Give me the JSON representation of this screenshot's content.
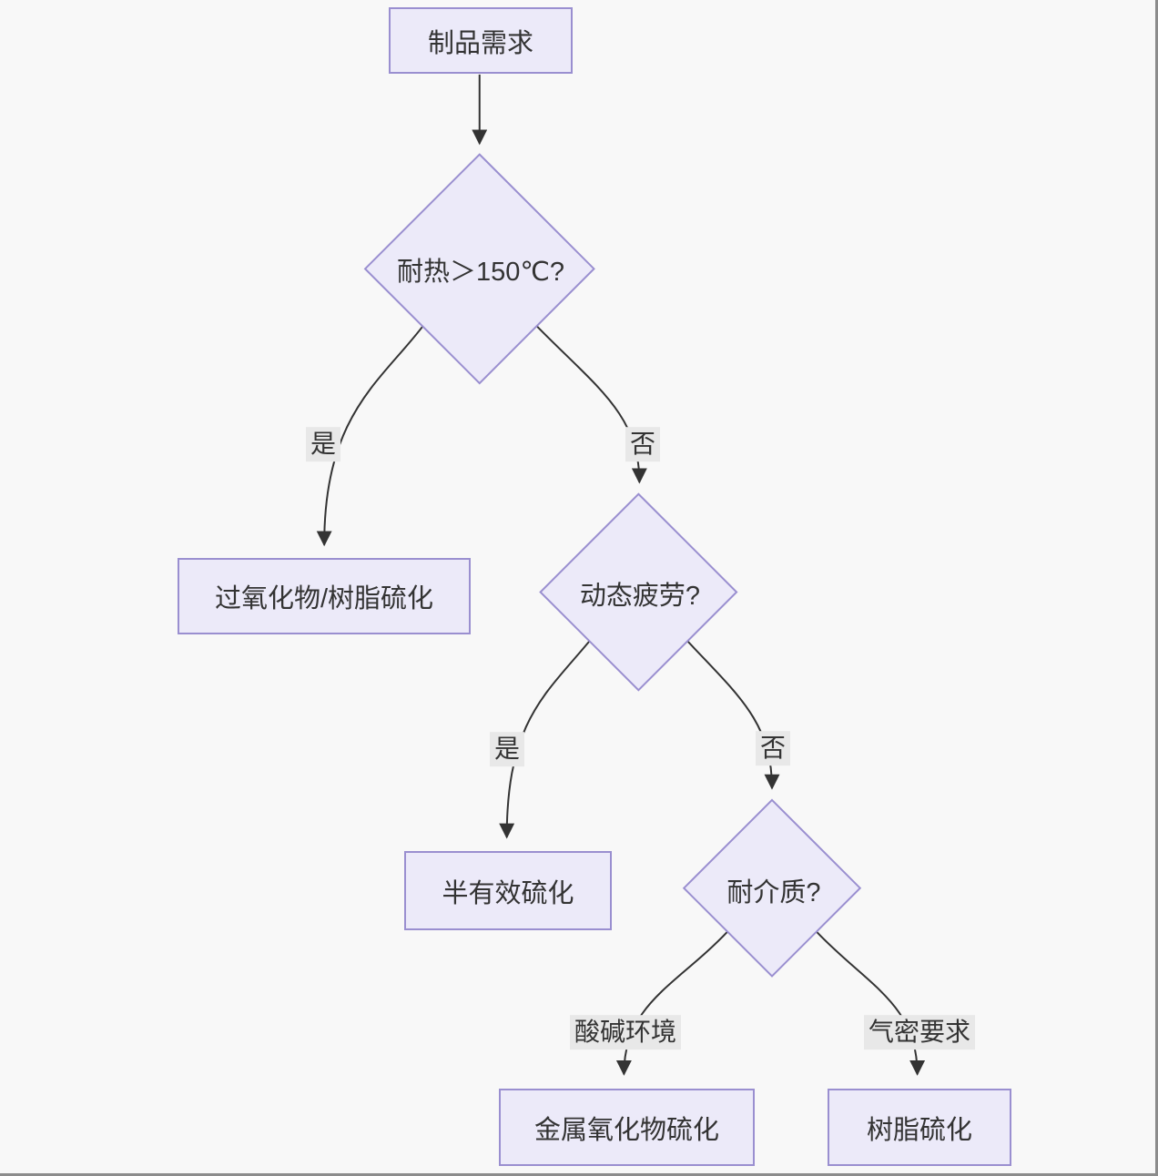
{
  "diagram": {
    "type": "flowchart",
    "direction": "top-down",
    "colors": {
      "node_fill": "#eceaf9",
      "node_border": "#9a8fd0",
      "edge_stroke": "#333333",
      "edge_label_background": "#e8e8e8",
      "text": "#333333",
      "page_background": "#f8f8f8"
    },
    "nodes": [
      {
        "id": "product-requirement",
        "shape": "rect",
        "label": "制品需求"
      },
      {
        "id": "heat-resistance",
        "shape": "diamond",
        "label": "耐热＞150℃?"
      },
      {
        "id": "peroxide-resin-cure",
        "shape": "rect",
        "label": "过氧化物/树脂硫化"
      },
      {
        "id": "dynamic-fatigue",
        "shape": "diamond",
        "label": "动态疲劳?"
      },
      {
        "id": "semi-efficient-cure",
        "shape": "rect",
        "label": "半有效硫化"
      },
      {
        "id": "media-resistance",
        "shape": "diamond",
        "label": "耐介质?"
      },
      {
        "id": "metal-oxide-cure",
        "shape": "rect",
        "label": "金属氧化物硫化"
      },
      {
        "id": "resin-cure",
        "shape": "rect",
        "label": "树脂硫化"
      }
    ],
    "edges": [
      {
        "from": "product-requirement",
        "to": "heat-resistance",
        "label": ""
      },
      {
        "from": "heat-resistance",
        "to": "peroxide-resin-cure",
        "label": "是"
      },
      {
        "from": "heat-resistance",
        "to": "dynamic-fatigue",
        "label": "否"
      },
      {
        "from": "dynamic-fatigue",
        "to": "semi-efficient-cure",
        "label": "是"
      },
      {
        "from": "dynamic-fatigue",
        "to": "media-resistance",
        "label": "否"
      },
      {
        "from": "media-resistance",
        "to": "metal-oxide-cure",
        "label": "酸碱环境"
      },
      {
        "from": "media-resistance",
        "to": "resin-cure",
        "label": "气密要求"
      }
    ]
  }
}
